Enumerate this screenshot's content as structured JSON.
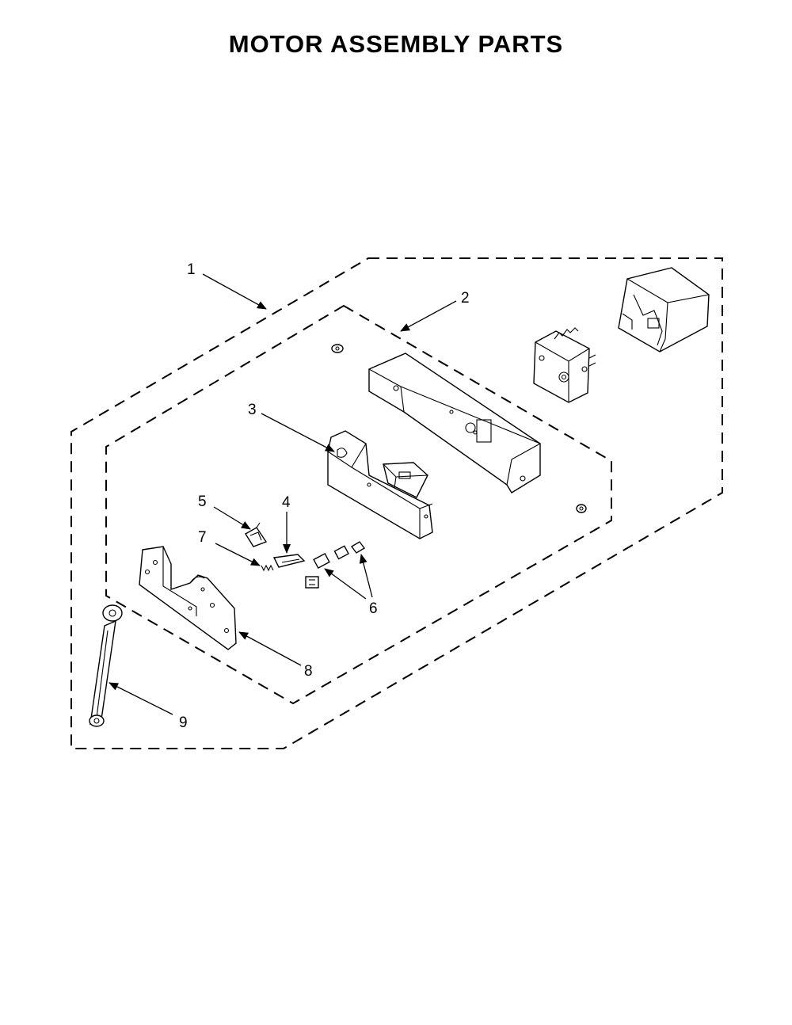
{
  "title": "MOTOR ASSEMBLY PARTS",
  "callouts": [
    {
      "id": "1",
      "label": "1"
    },
    {
      "id": "2",
      "label": "2"
    },
    {
      "id": "3",
      "label": "3"
    },
    {
      "id": "4",
      "label": "4"
    },
    {
      "id": "5",
      "label": "5"
    },
    {
      "id": "6",
      "label": "6"
    },
    {
      "id": "7",
      "label": "7"
    },
    {
      "id": "8",
      "label": "8"
    },
    {
      "id": "9",
      "label": "9"
    }
  ]
}
